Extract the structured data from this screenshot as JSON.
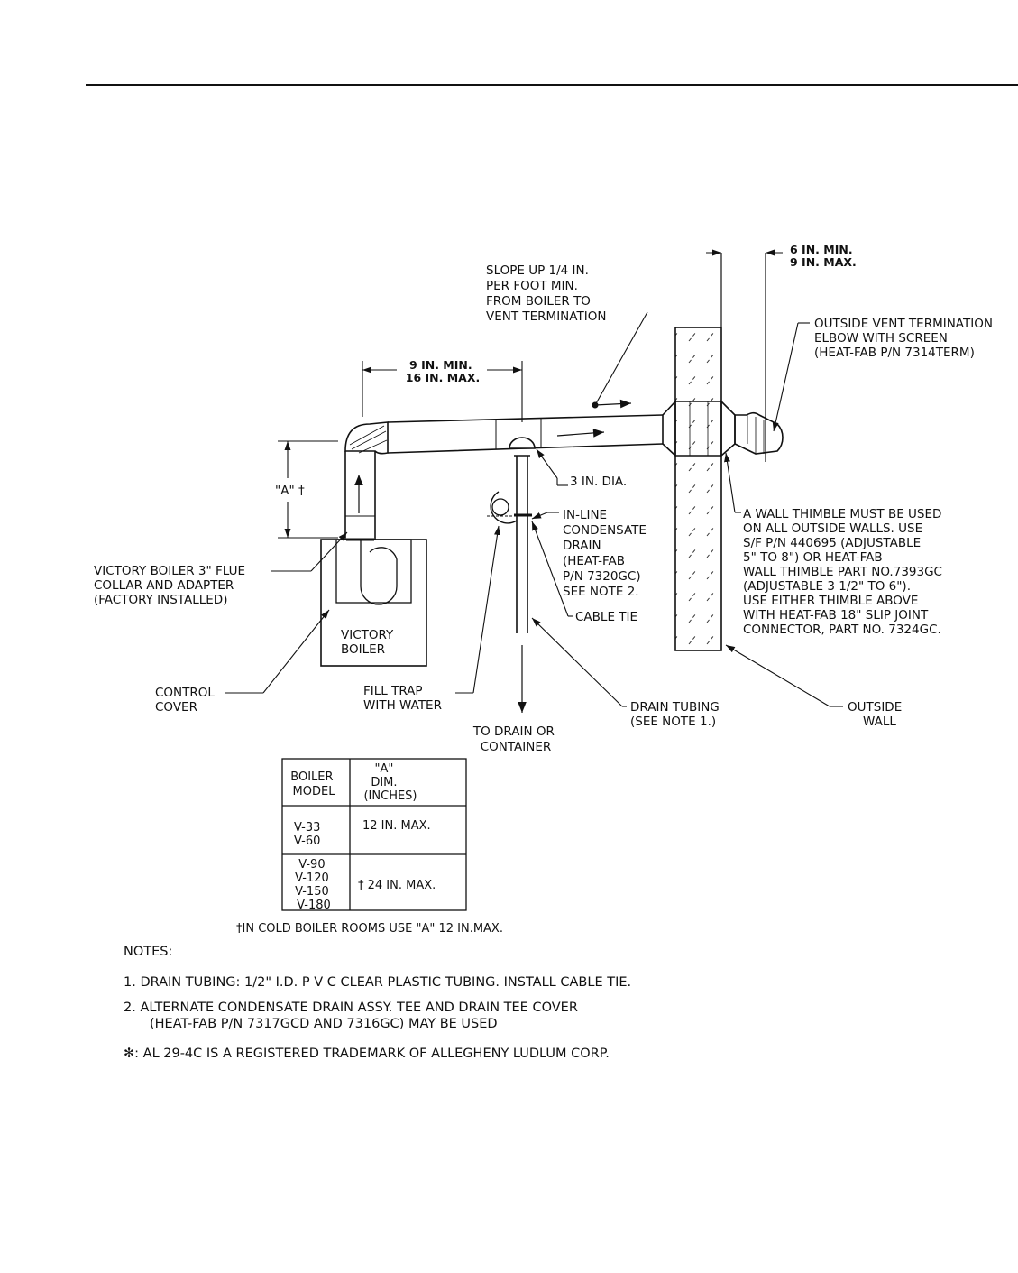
{
  "labels": {
    "slope": [
      "SLOPE UP 1/4 IN.",
      "PER FOOT MIN.",
      "FROM BOILER TO",
      "VENT TERMINATION"
    ],
    "dim_horizontal": [
      "9 IN. MIN.",
      "16 IN. MAX."
    ],
    "dim_wall": [
      "6 IN. MIN.",
      "9 IN. MAX."
    ],
    "outside_vent": [
      "OUTSIDE VENT TERMINATION",
      "ELBOW WITH SCREEN",
      "(HEAT-FAB P/N 7314TERM)"
    ],
    "dim_a": "\"A\" †",
    "pipe_dia": "3 IN. DIA.",
    "inline_drain": [
      "IN-LINE",
      "CONDENSATE",
      "DRAIN",
      "(HEAT-FAB",
      "P/N 7320GC)",
      "SEE NOTE 2."
    ],
    "wall_thimble": [
      "A WALL THIMBLE MUST BE USED",
      "ON ALL OUTSIDE WALLS. USE",
      "S/F P/N 440695 (ADJUSTABLE",
      "5\" TO 8\") OR HEAT-FAB",
      "WALL THIMBLE PART NO.7393GC",
      "(ADJUSTABLE 3 1/2\" TO 6\").",
      "USE EITHER THIMBLE ABOVE",
      "WITH HEAT-FAB 18\" SLIP JOINT",
      "CONNECTOR, PART NO. 7324GC."
    ],
    "flue_collar": [
      "VICTORY BOILER 3\" FLUE",
      "COLLAR AND ADAPTER",
      "(FACTORY INSTALLED)"
    ],
    "boiler": [
      "VICTORY",
      "BOILER"
    ],
    "cable_tie": "CABLE TIE",
    "control_cover": [
      "CONTROL",
      "COVER"
    ],
    "fill_trap": [
      "FILL TRAP",
      "WITH WATER"
    ],
    "drain_tubing": [
      "DRAIN TUBING",
      "(SEE NOTE 1.)"
    ],
    "outside_wall": [
      "OUTSIDE",
      "WALL"
    ],
    "to_drain": [
      "TO DRAIN OR",
      "CONTAINER"
    ]
  },
  "table": {
    "header_model": [
      "BOILER",
      "MODEL"
    ],
    "header_dim": [
      "\"A\"",
      "DIM.",
      "(INCHES)"
    ],
    "rows": [
      {
        "models": [
          "V-33",
          "V-60"
        ],
        "dim": "12 IN. MAX."
      },
      {
        "models": [
          "V-90",
          "V-120",
          "V-150",
          "V-180"
        ],
        "dim": "† 24 IN. MAX."
      }
    ],
    "footnote": "†IN COLD BOILER ROOMS USE \"A\" 12 IN.MAX."
  },
  "notes": {
    "heading": "NOTES:",
    "items": [
      [
        "1. DRAIN TUBING: 1/2\" I.D. P V C CLEAR PLASTIC TUBING. INSTALL CABLE TIE."
      ],
      [
        "2. ALTERNATE CONDENSATE DRAIN ASSY. TEE AND DRAIN TEE COVER",
        "(HEAT-FAB P/N 7317GCD AND 7316GC) MAY BE USED"
      ],
      [
        "✻: AL 29-4C IS A REGISTERED TRADEMARK OF ALLEGHENY LUDLUM CORP."
      ]
    ]
  }
}
